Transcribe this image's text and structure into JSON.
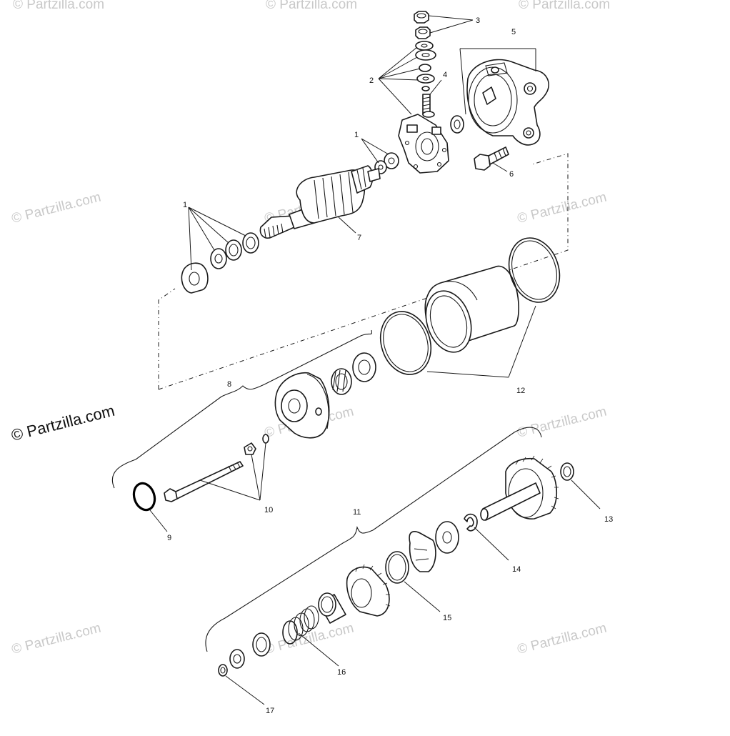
{
  "watermark": {
    "text": "© Partzilla.com",
    "main_text": "© Partzilla.com"
  },
  "callouts": {
    "c1a": "1",
    "c1b": "1",
    "c2": "2",
    "c3": "3",
    "c4": "4",
    "c5": "5",
    "c6": "6",
    "c7": "7",
    "c8": "8",
    "c9": "9",
    "c10": "10",
    "c11": "11",
    "c12": "12",
    "c13": "13",
    "c14": "14",
    "c15": "15",
    "c16": "16",
    "c17": "17"
  }
}
